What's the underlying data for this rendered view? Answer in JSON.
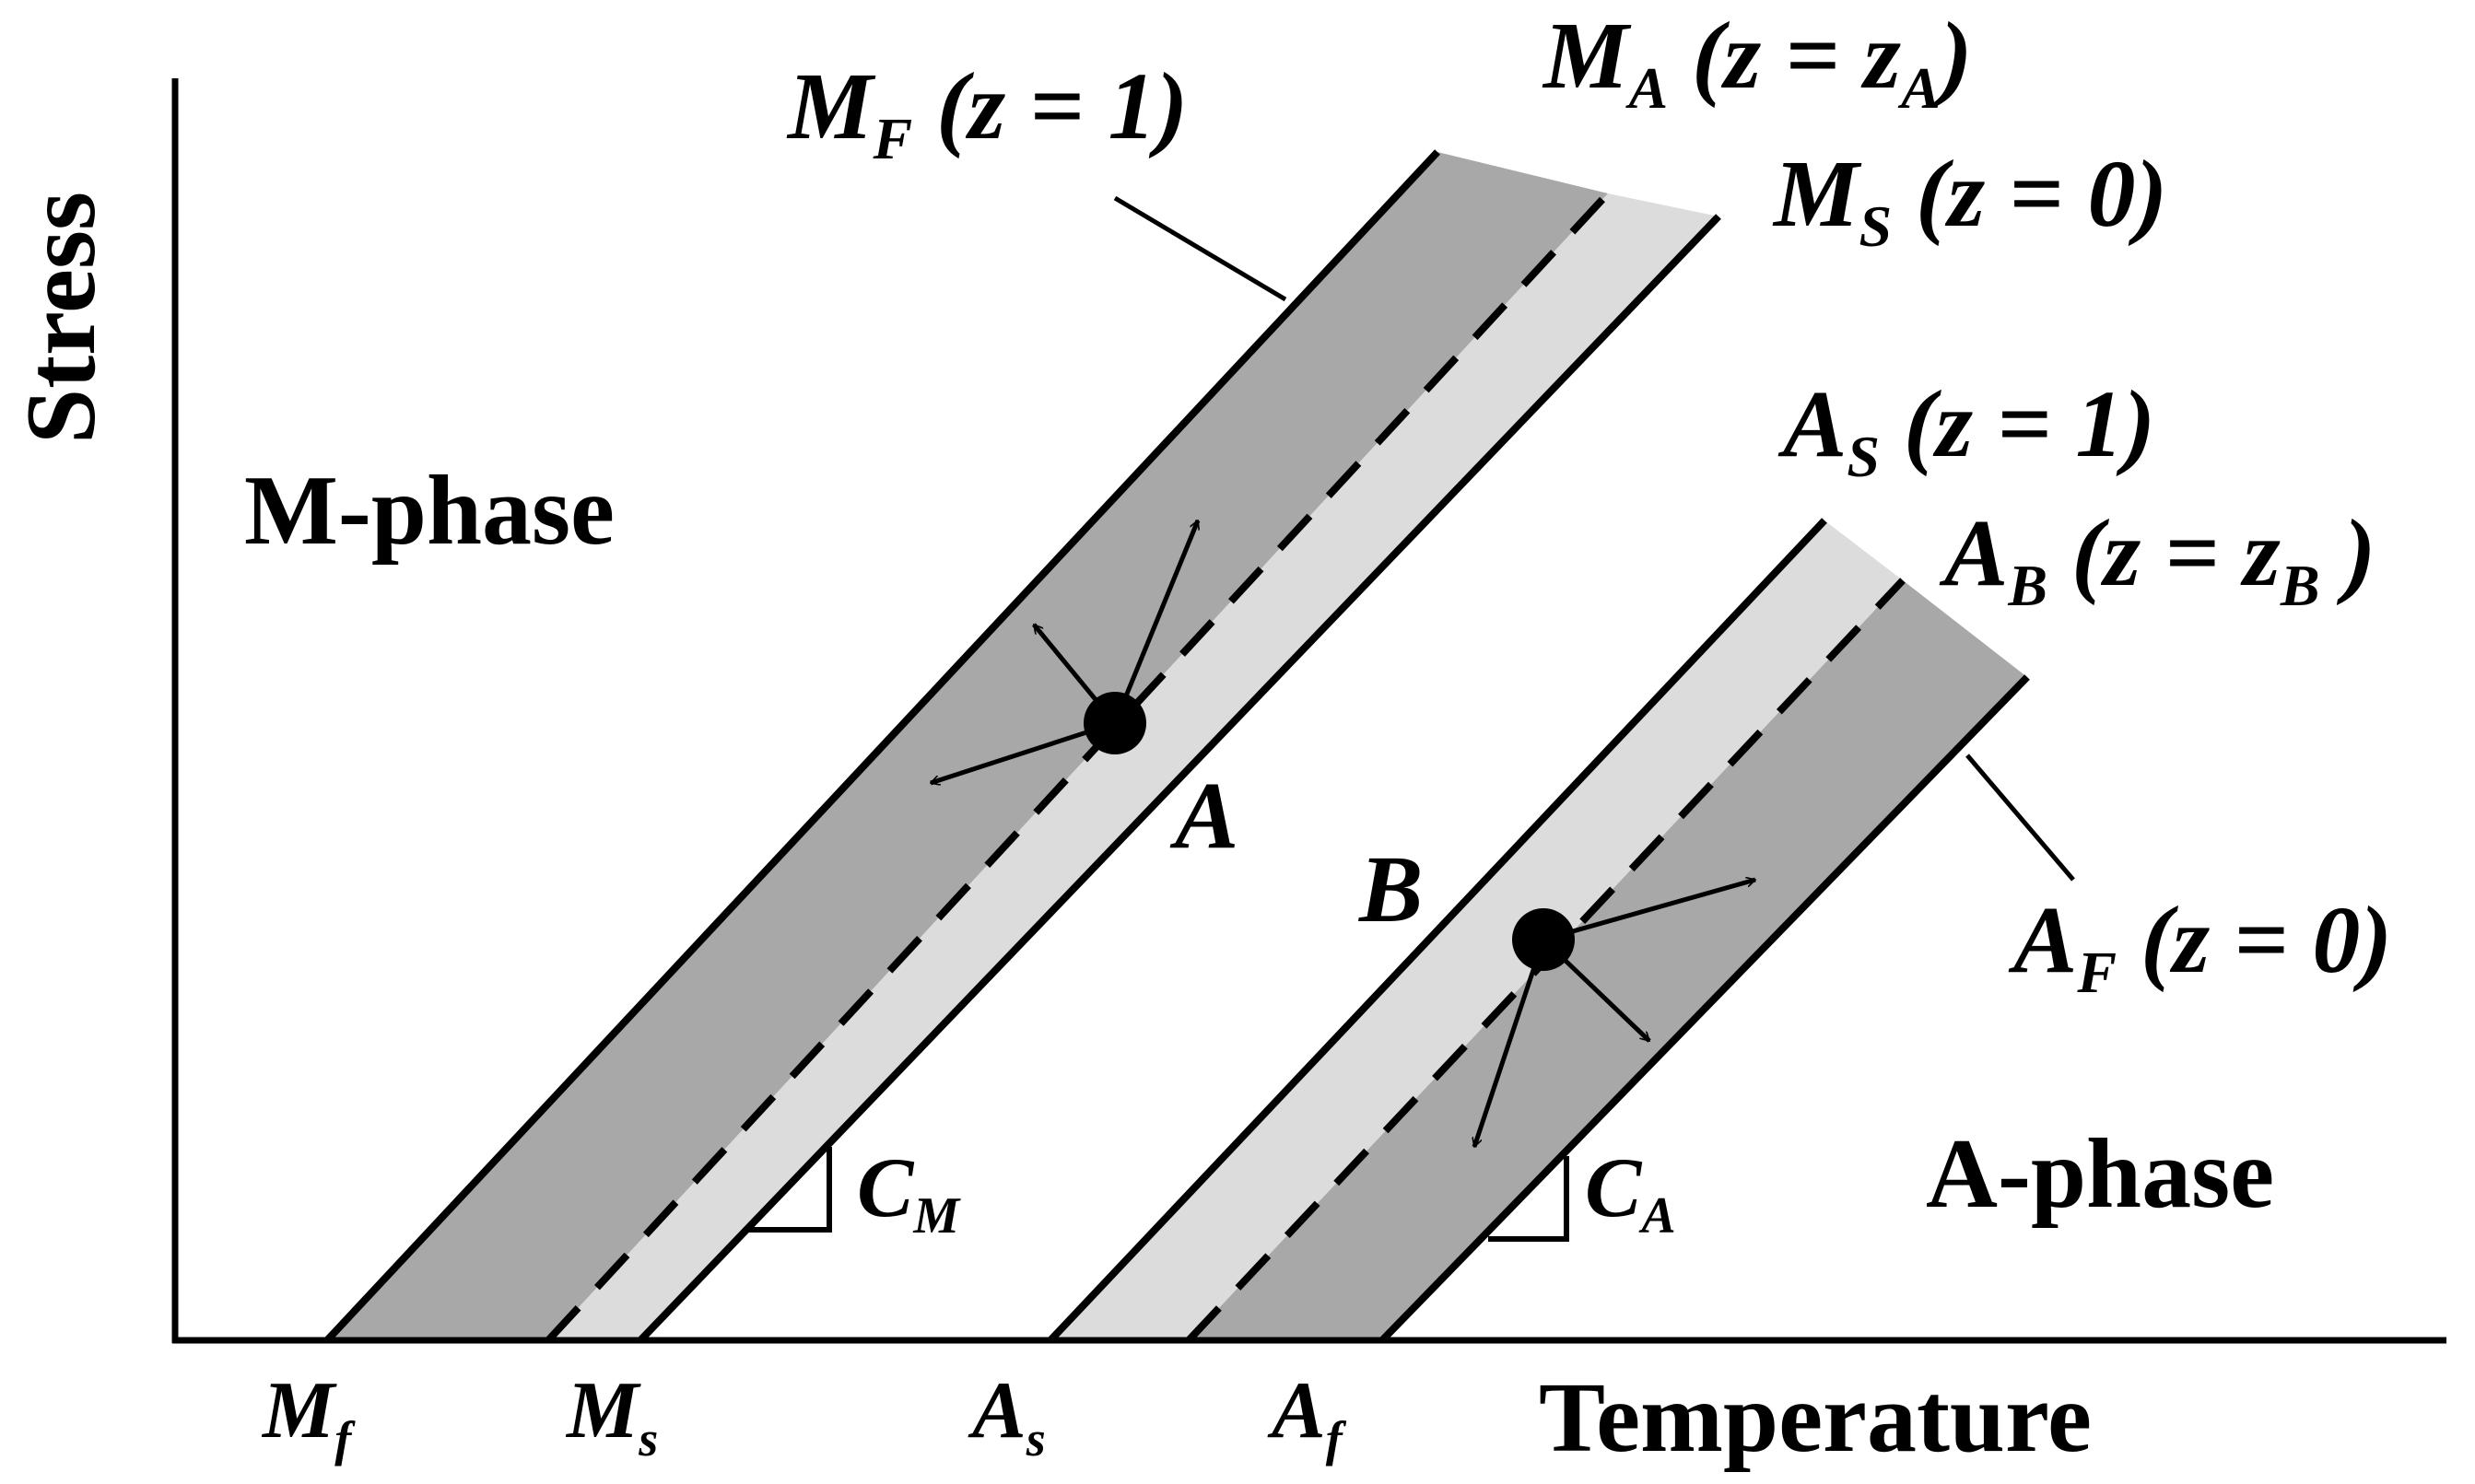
{
  "axes": {
    "y_label": "Stress",
    "x_label": "Temperature"
  },
  "regions": {
    "m_phase": "M-phase",
    "a_phase": "A-phase"
  },
  "x_ticks": {
    "mf": {
      "main": "M",
      "sub": "f"
    },
    "ms": {
      "main": "M",
      "sub": "s"
    },
    "as": {
      "main": "A",
      "sub": "s"
    },
    "af": {
      "main": "A",
      "sub": "f"
    }
  },
  "lines": {
    "mF": {
      "main": "M",
      "sub": "F",
      "rest": " (z = 1)"
    },
    "mA": {
      "main": "M",
      "sub": "A",
      "rest": " (z = z",
      "sub2": "A",
      "close": ")"
    },
    "mS": {
      "main": "M",
      "sub": "S",
      "rest": " (z = 0)"
    },
    "aS": {
      "main": "A",
      "sub": "S",
      "rest": " (z = 1)"
    },
    "aB": {
      "main": "A",
      "sub": "B",
      "rest": "  (z = z",
      "sub2": "B",
      "close": " )"
    },
    "aF": {
      "main": "A",
      "sub": "F",
      "rest": " (z = 0)"
    }
  },
  "points": {
    "a": "A",
    "b": "B"
  },
  "slopes": {
    "cm": {
      "main": "C",
      "sub": "M"
    },
    "ca": {
      "main": "C",
      "sub": "A"
    }
  },
  "colors": {
    "dark_band": "#a8a8a8",
    "light_band": "#dcdcdc",
    "ink": "#000000"
  }
}
